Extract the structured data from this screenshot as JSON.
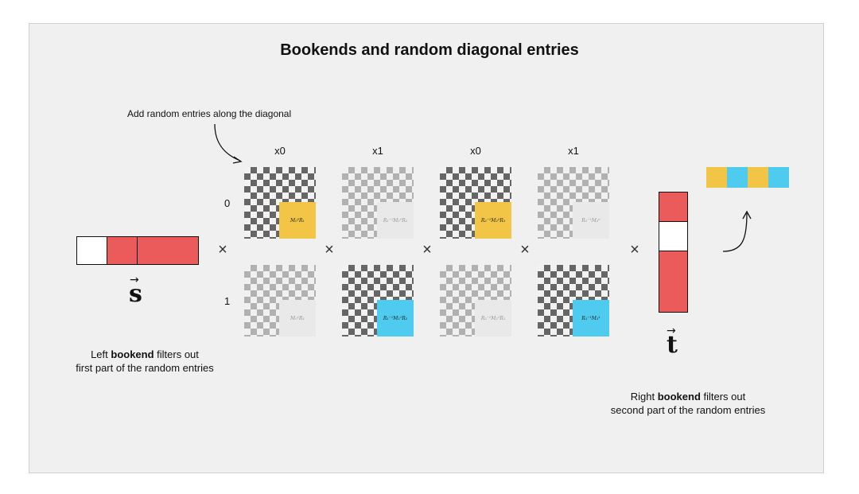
{
  "title": "Bookends and random diagonal entries",
  "annotation": "Add random entries along the diagonal",
  "column_labels": [
    "x0",
    "x1",
    "x0",
    "x1"
  ],
  "row_labels": [
    "0",
    "1"
  ],
  "times_symbol": "×",
  "matrices": {
    "row0": [
      {
        "label": "M₀⁰R₁",
        "highlight": "yellow",
        "active": true
      },
      {
        "label": "R₁⁻¹M₁⁰R₂",
        "highlight": "none",
        "active": false
      },
      {
        "label": "R₂⁻¹M₂⁰R₃",
        "highlight": "yellow",
        "active": true
      },
      {
        "label": "R₃⁻¹M₃⁰",
        "highlight": "none",
        "active": false
      }
    ],
    "row1": [
      {
        "label": "M₀¹R₁",
        "highlight": "none",
        "active": false
      },
      {
        "label": "R₁⁻¹M₁¹R₂",
        "highlight": "blue",
        "active": true
      },
      {
        "label": "R₂⁻¹M₂¹R₃",
        "highlight": "none",
        "active": false
      },
      {
        "label": "R₃⁻¹M₃¹",
        "highlight": "blue",
        "active": true
      }
    ]
  },
  "vector_s": {
    "label": "s",
    "cells": [
      "white",
      "red",
      "red"
    ]
  },
  "vector_t": {
    "label": "t",
    "cells": [
      "red",
      "white",
      "red"
    ]
  },
  "result_cells": [
    "yellow",
    "blue",
    "yellow",
    "blue"
  ],
  "colors": {
    "red": "#ec5b5b",
    "yellow": "#f3c546",
    "blue": "#4fcbef",
    "white": "#ffffff",
    "gray": "#e2e2e2"
  },
  "left_caption": {
    "pre": "Left ",
    "bold": "bookend",
    "post": " filters out",
    "line2": "first part of the random entries"
  },
  "right_caption": {
    "pre": "Right ",
    "bold": "bookend",
    "post": " filters out",
    "line2": "second part of the random entries"
  }
}
